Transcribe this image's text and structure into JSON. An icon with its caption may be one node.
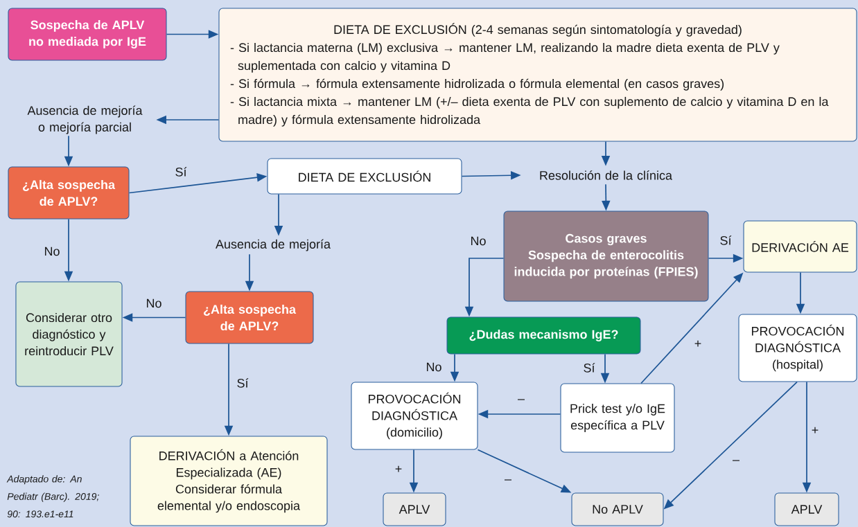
{
  "diagram": {
    "caption": "Adaptado de: An Pediatr (Barc). 2019; 90: 193.e1-e11",
    "nodes": [
      {
        "text": [
          "Sospecha de APLV no mediada por IgE"
        ]
      },
      {
        "text": [
          "DIETA DE EXCLUSIÓN (2-4 semanas según sintomatología y gravedad)",
          "- Si lactancia materna (LM) exclusiva → mantener LM, realizando la madre dieta exenta de PLV y suplementada con calcio y vitamina D",
          "- Si fórmula → fórmula extensamente hidrolizada o fórmula elemental (en casos graves)",
          "- Si lactancia mixta → mantener LM (+/– dieta exenta de PLV con suplemento de calcio y vitamina D en la madre) y fórmula extensamente hidrolizada"
        ]
      },
      {
        "text": [
          "Ausencia de mejoría o mejoría parcial"
        ]
      },
      {
        "text": [
          "¿Alta sospecha de APLV?"
        ]
      },
      {
        "text": [
          "DIETA DE EXCLUSIÓN"
        ]
      },
      {
        "text": [
          "Resolución de la clínica"
        ]
      },
      {
        "text": [
          "Ausencia de mejoría"
        ]
      },
      {
        "text": [
          "Considerar otro diagnóstico y reintroducir PLV"
        ]
      },
      {
        "text": [
          "¿Alta sospecha de APLV?"
        ]
      },
      {
        "text": [
          "DERIVACIÓN a Atención Especializada (AE)",
          "Considerar fórmula elemental y/o endoscopia"
        ]
      },
      {
        "text": [
          "Casos graves",
          "Sospecha de enterocolitis inducida por proteínas (FPIES)"
        ]
      },
      {
        "text": [
          "DERIVACIÓN AE"
        ]
      },
      {
        "text": [
          "¿Dudas mecanismo IgE?"
        ]
      },
      {
        "text": [
          "PROVOCACIÓN DIAGNÓSTICA",
          "(domicilio)"
        ]
      },
      {
        "text": [
          "Prick test y/o IgE específica a PLV"
        ]
      },
      {
        "text": [
          "PROVOCACIÓN DIAGNÓSTICA",
          "(hospital)"
        ]
      },
      {
        "text": [
          "APLV"
        ]
      },
      {
        "text": [
          "No APLV"
        ]
      },
      {
        "text": [
          "APLV"
        ]
      }
    ],
    "edges": [
      {
        "from": 0,
        "to": 1,
        "arrow": "to"
      },
      {
        "from": 1,
        "to": 2,
        "arrow": "to"
      },
      {
        "from": 2,
        "to": 3,
        "arrow": "to"
      },
      {
        "from": 3,
        "to": 4,
        "arrow": "to",
        "label": "Sí"
      },
      {
        "from": 4,
        "to": 5,
        "arrow": "to"
      },
      {
        "from": 1,
        "to": 5,
        "arrow": "to"
      },
      {
        "from": 4,
        "to": 6,
        "arrow": "to"
      },
      {
        "from": 5,
        "to": 10,
        "arrow": "to"
      },
      {
        "from": 3,
        "to": 7,
        "arrow": "to",
        "label": "No"
      },
      {
        "from": 6,
        "to": 8,
        "arrow": "to"
      },
      {
        "from": 8,
        "to": 7,
        "arrow": "to",
        "label": "No"
      },
      {
        "from": 8,
        "to": 9,
        "arrow": "to",
        "label": "Sí"
      },
      {
        "from": 10,
        "to": 12,
        "arrow": "to",
        "label": "No"
      },
      {
        "from": 10,
        "to": 11,
        "arrow": "to",
        "label": "Sí"
      },
      {
        "from": 11,
        "to": 15,
        "arrow": "to"
      },
      {
        "from": 12,
        "to": 13,
        "arrow": "to",
        "label": "No"
      },
      {
        "from": 12,
        "to": 14,
        "arrow": "to",
        "label": "Sí"
      },
      {
        "from": 14,
        "to": 13,
        "arrow": "to",
        "label": "–"
      },
      {
        "from": 14,
        "to": 11,
        "arrow": "to",
        "label": "+"
      },
      {
        "from": 13,
        "to": 16,
        "arrow": "to",
        "label": "+"
      },
      {
        "from": 13,
        "to": 17,
        "arrow": "to",
        "label": "–"
      },
      {
        "from": 15,
        "to": 17,
        "arrow": "to",
        "label": "–"
      },
      {
        "from": 15,
        "to": 18,
        "arrow": "to",
        "label": "+"
      }
    ]
  }
}
